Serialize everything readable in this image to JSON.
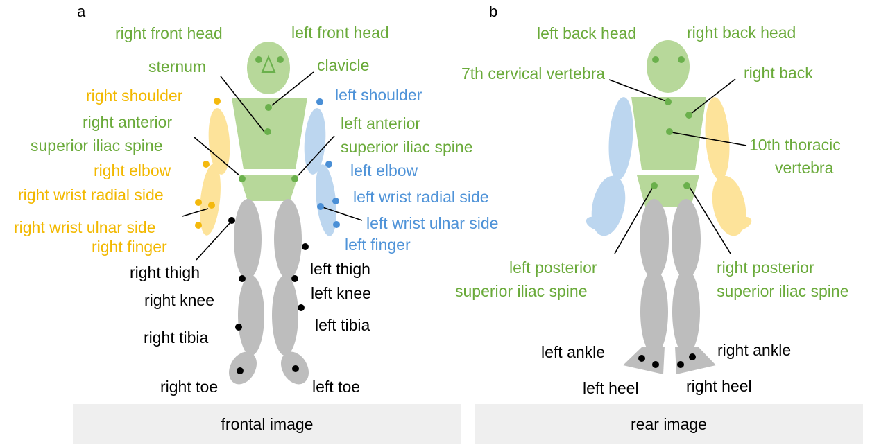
{
  "colors": {
    "trunk": "#b7d89a",
    "trunk_marker": "#6ab04c",
    "trunk_text": "#6aaa3a",
    "right_arm": "#fde39a",
    "right_marker": "#f4b90d",
    "right_text": "#f2b800",
    "left_arm": "#bcd6ef",
    "left_marker": "#4a8fd6",
    "left_text": "#4f93d8",
    "legs": "#bdbdbd",
    "leg_marker": "#000000",
    "leg_text": "#000000",
    "caption_bg": "#efefef"
  },
  "panels": {
    "a": {
      "letter": "a",
      "caption": "frontal image",
      "labels": {
        "right_front_head": "right front head",
        "left_front_head": "left front head",
        "sternum": "sternum",
        "clavicle": "clavicle",
        "right_shoulder": "right shoulder",
        "left_shoulder": "left shoulder",
        "right_asis_1": "right anterior",
        "right_asis_2": "superior iliac spine",
        "left_asis_1": "left anterior",
        "left_asis_2": "superior iliac spine",
        "right_elbow": "right elbow",
        "left_elbow": "left elbow",
        "right_wrist_radial": "right wrist radial side",
        "left_wrist_radial": "left wrist radial side",
        "right_wrist_ulnar": "right wrist ulnar side",
        "left_wrist_ulnar": "left wrist ulnar side",
        "right_finger": "right finger",
        "left_finger": "left finger",
        "right_thigh": "right thigh",
        "left_thigh": "left thigh",
        "right_knee": "right knee",
        "left_knee": "left knee",
        "right_tibia": "right tibia",
        "left_tibia": "left tibia",
        "right_toe": "right toe",
        "left_toe": "left toe"
      }
    },
    "b": {
      "letter": "b",
      "caption": "rear image",
      "labels": {
        "left_back_head": "left back head",
        "right_back_head": "right back head",
        "c7": "7th cervical vertebra",
        "right_back": "right back",
        "t10_1": "10th thoracic",
        "t10_2": "vertebra",
        "left_psis_1": "left posterior",
        "left_psis_2": "superior iliac spine",
        "right_psis_1": "right posterior",
        "right_psis_2": "superior iliac spine",
        "left_ankle": "left ankle",
        "right_ankle": "right ankle",
        "left_heel": "left heel",
        "right_heel": "right heel"
      }
    }
  }
}
